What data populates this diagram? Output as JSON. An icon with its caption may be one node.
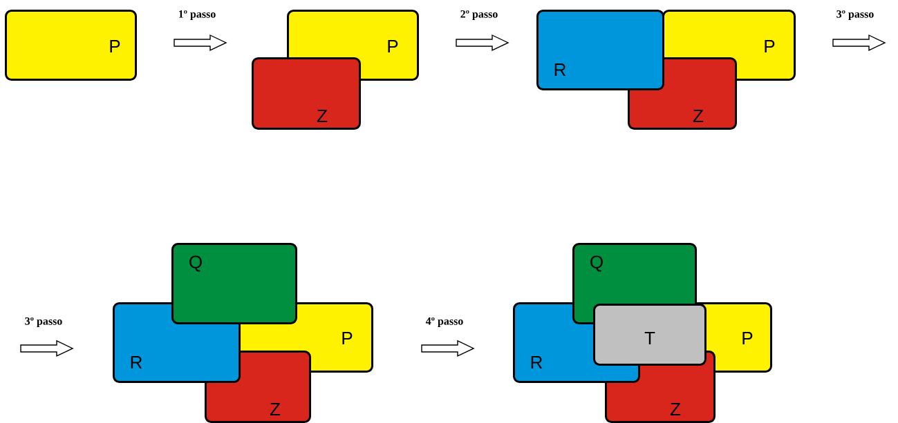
{
  "diagram": {
    "nodes": [
      {
        "text": [
          "P"
        ]
      },
      {
        "text": [
          "P"
        ]
      },
      {
        "text": [
          "Z"
        ]
      },
      {
        "text": [
          "P"
        ]
      },
      {
        "text": [
          "Z"
        ]
      },
      {
        "text": [
          "R"
        ]
      },
      {
        "text": [
          "P"
        ]
      },
      {
        "text": [
          "Z"
        ]
      },
      {
        "text": [
          "R"
        ]
      },
      {
        "text": [
          "Q"
        ]
      },
      {
        "text": [
          "P"
        ]
      },
      {
        "text": [
          "Z"
        ]
      },
      {
        "text": [
          "R"
        ]
      },
      {
        "text": [
          "Q"
        ]
      },
      {
        "text": [
          "T"
        ]
      }
    ],
    "labels": [
      "1º passo",
      "2º passo",
      "3º passo",
      "3º passo",
      "4º passo"
    ]
  }
}
